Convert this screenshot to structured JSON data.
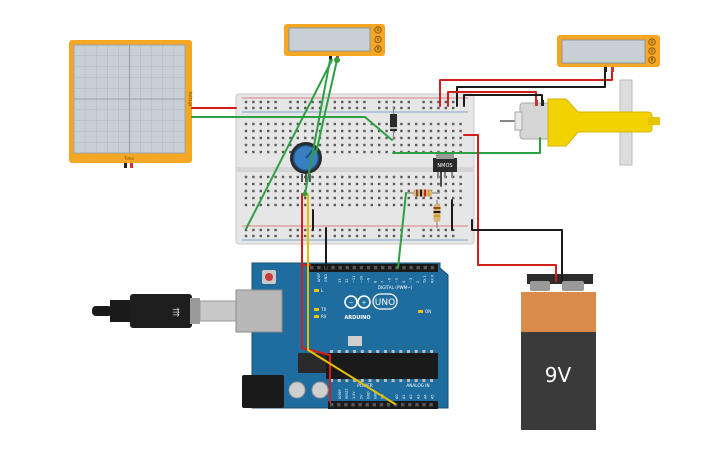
{
  "oscilloscope": {
    "side_label": "Voltage",
    "bottom_label": "Time"
  },
  "meter_left": {
    "buttons": [
      "A",
      "V",
      "R"
    ]
  },
  "meter_right": {
    "buttons": [
      "A",
      "V",
      "R"
    ]
  },
  "transistor": {
    "label": "NMOS"
  },
  "arduino": {
    "digital_label": "DIGITAL (PWM~)",
    "brand": "ARDUINO",
    "model": "UNO",
    "power_label": "POWER",
    "analog_label": "ANALOG IN",
    "on_label": "ON",
    "tx_label": "TX",
    "rx_label": "RX",
    "l_label": "L",
    "aref_label": "AREF",
    "gnd_label": "GND",
    "digital_pins": [
      "13",
      "12",
      "~11",
      "~10",
      "~9",
      "8",
      "7",
      "~6",
      "~5",
      "4",
      "~3",
      "2",
      "TX 1",
      "RX 0"
    ],
    "power_pins": [
      "IOREF",
      "RESET",
      "3.3V",
      "5V",
      "GND",
      "GND",
      "Vin"
    ],
    "analog_pins": [
      "A0",
      "A1",
      "A2",
      "A3",
      "A4",
      "A5"
    ]
  },
  "battery": {
    "label": "9V"
  },
  "colors": {
    "device_orange": "#f5a623",
    "screen_grey": "#c8d0d6",
    "board_blue": "#1f6c9e",
    "wire_red": "#d0201e",
    "wire_green": "#2ea043",
    "wire_yellow": "#e6c000",
    "wire_black": "#1a1a1a",
    "motor_yellow": "#f2d200",
    "battery_orange": "#d88b4a",
    "battery_dark": "#3a3a3a"
  }
}
